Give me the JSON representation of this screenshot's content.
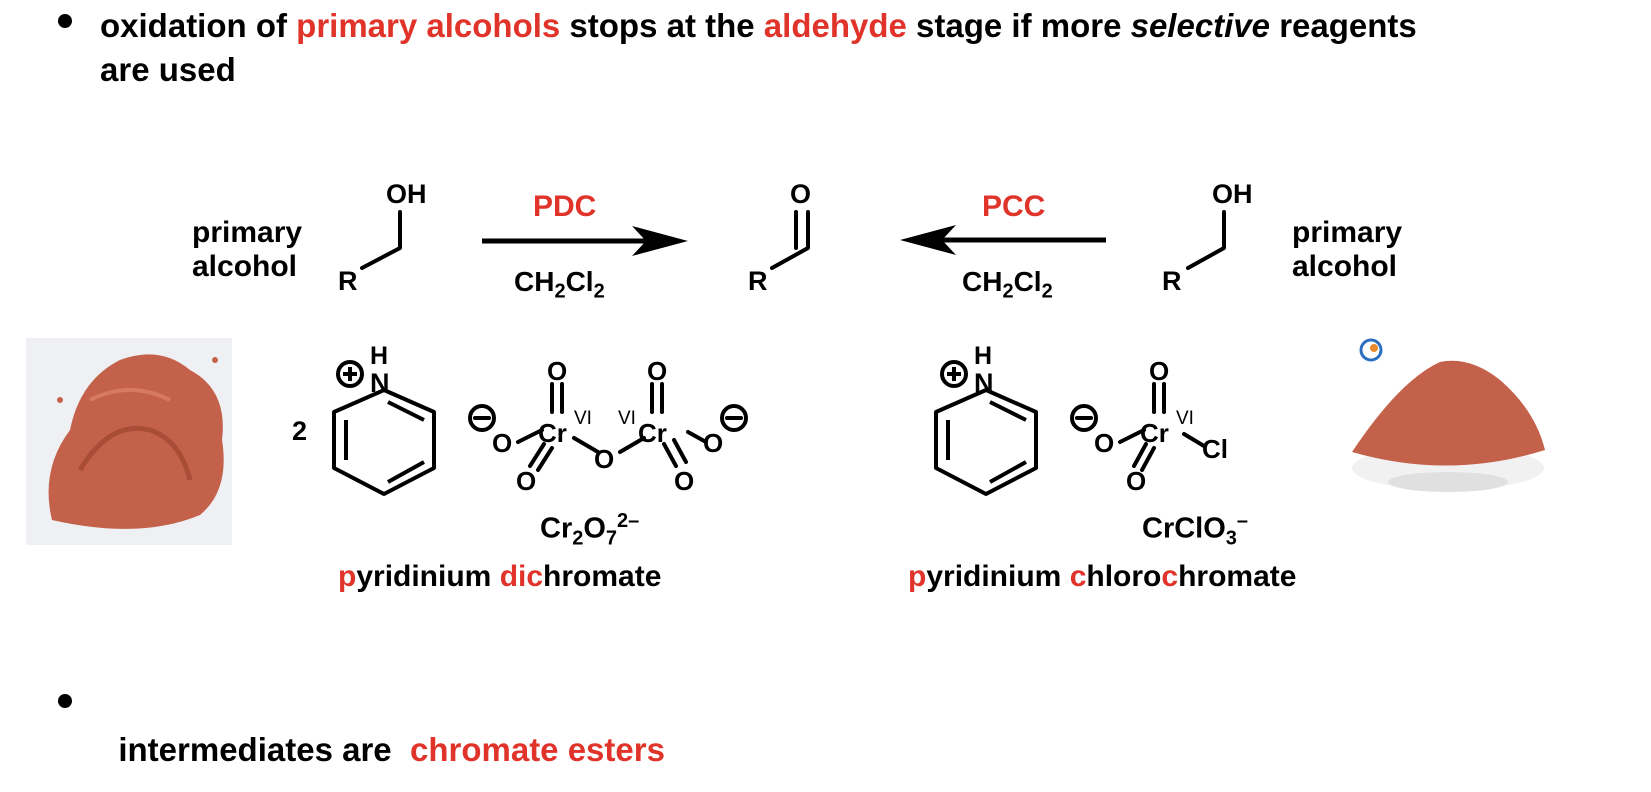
{
  "bullet1": {
    "t1": "oxidation of ",
    "t2": "primary alcohols",
    "t3": " stops at the ",
    "t4": "aldehyde",
    "t5": " stage if more ",
    "t6": "selective",
    "t7": " reagents",
    "line2": "are used"
  },
  "reaction": {
    "left_label_1": "primary",
    "left_label_2": "alcohol",
    "right_label_1": "primary",
    "right_label_2": "alcohol",
    "pdc": "PDC",
    "pcc": "PCC",
    "solvent_main": "CH",
    "solvent_sub1": "2",
    "solvent_mid": "Cl",
    "solvent_sub2": "2",
    "oh": "OH",
    "o": "O",
    "r": "R"
  },
  "pdc_structure": {
    "coefficient": "2",
    "h": "H",
    "n": "N",
    "o": "O",
    "cr": "Cr",
    "vi": "VI",
    "formula_main": "Cr",
    "formula_sub1": "2",
    "formula_o": "O",
    "formula_sub2": "7",
    "formula_charge": "2–",
    "name": {
      "p": "p",
      "a": "yridinium ",
      "d": "di",
      "c": "c",
      "e": "hromate"
    }
  },
  "pcc_structure": {
    "h": "H",
    "n": "N",
    "o": "O",
    "cr": "Cr",
    "vi": "VI",
    "cl": "Cl",
    "formula_main": "CrClO",
    "formula_sub": "3",
    "formula_charge": "–",
    "name": {
      "p": "p",
      "a": "yridinium ",
      "c": "c",
      "b": "hloro",
      "c2": "c",
      "e": "hromate"
    }
  },
  "bullet2": {
    "t1": "intermediates are  ",
    "t2": "chromate esters"
  },
  "colors": {
    "accent": "#e0342b",
    "powder": "#c4614a",
    "text": "#000000"
  }
}
